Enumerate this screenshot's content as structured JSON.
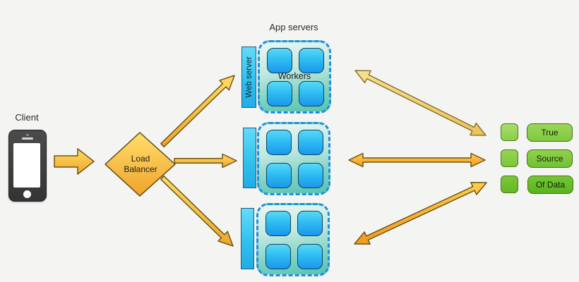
{
  "diagram": {
    "client": {
      "label": "Client"
    },
    "load_balancer": {
      "label_line1": "Load",
      "label_line2": "Balancer"
    },
    "app_servers": {
      "label": "App servers",
      "web_server_label": "Web server",
      "workers_label": "Workers"
    },
    "data_boxes": [
      {
        "label": "True"
      },
      {
        "label": "Source"
      },
      {
        "label": "Of Data"
      }
    ],
    "colors": {
      "background": "#f4f4f2",
      "arrow_gold_light": "#FFDC64",
      "arrow_gold_dark": "#F0A52C",
      "arrow_pale_yellow": "#F2DC7C",
      "arrow_outline": "#6D5715",
      "dashed_border_blue": "#1E8FE0",
      "container_teal": "#55C4B1",
      "worker_blue_top": "#58D9F8",
      "worker_blue_bottom": "#1B97EC",
      "web_server_cyan": "#30C2EE",
      "green_light": "#94D455",
      "green_dark": "#65B826"
    }
  }
}
